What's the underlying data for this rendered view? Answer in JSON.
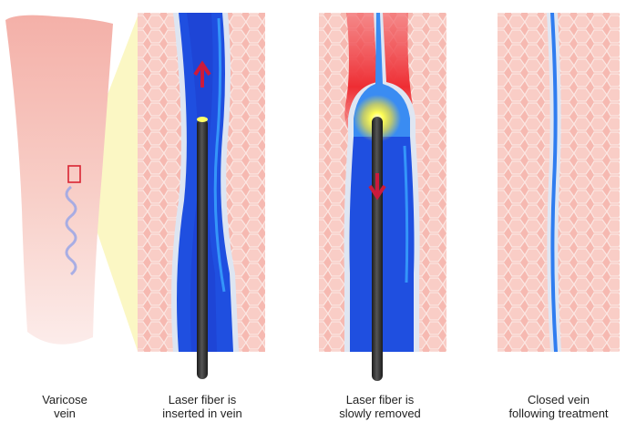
{
  "captions": {
    "varicose": {
      "line1": "Varicose",
      "line2": "vein"
    },
    "inserted": {
      "line1": "Laser fiber is",
      "line2": "inserted in vein"
    },
    "removed": {
      "line1": "Laser fiber is",
      "line2": "slowly removed"
    },
    "closed": {
      "line1": "Closed vein",
      "line2": "following treatment"
    }
  },
  "colors": {
    "skin_light": "#fbe3dd",
    "skin_dark": "#f2a9a1",
    "tissue": "#f4b3ab",
    "vein_blue": "#1f4fe0",
    "vein_light": "#3aa0ff",
    "vein_wall": "#dfe6f3",
    "heat_red": "#ee3035",
    "laser_glow": "#ffff40",
    "fiber": "#2b2b2b",
    "arrow_red": "#c8183c",
    "zoom_yellow": "#fbf6b8"
  },
  "icons": {
    "up_arrow": "arrow-up-icon",
    "down_arrow": "arrow-down-icon",
    "laser_tip": "laser-glow-icon"
  }
}
